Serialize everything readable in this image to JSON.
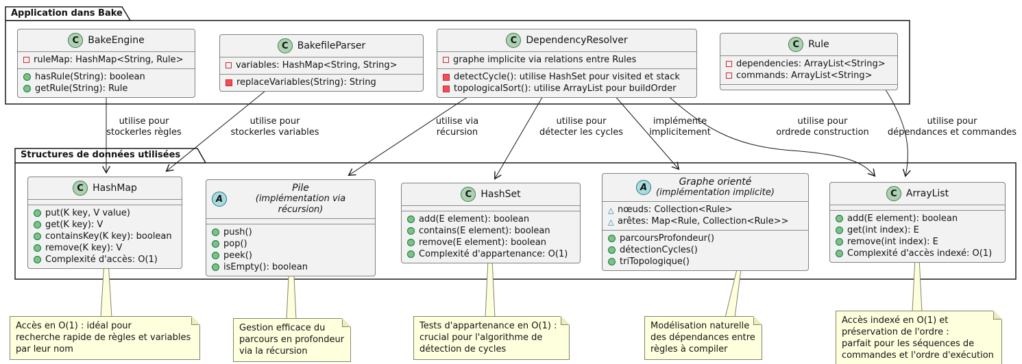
{
  "packages": {
    "app": {
      "title": "Application dans Bake"
    },
    "structures": {
      "title": "Structures de données utilisées"
    }
  },
  "classes": {
    "bakeengine": {
      "icon": "C",
      "name": "BakeEngine",
      "attributes": [
        {
          "visibility": "private",
          "text": "ruleMap: HashMap<String, Rule>"
        }
      ],
      "methods": [
        {
          "visibility": "public",
          "text": "hasRule(String): boolean"
        },
        {
          "visibility": "public",
          "text": "getRule(String): Rule"
        }
      ]
    },
    "bakefileparser": {
      "icon": "C",
      "name": "BakefileParser",
      "attributes": [
        {
          "visibility": "private",
          "text": "variables: HashMap<String, String>"
        }
      ],
      "methods": [
        {
          "visibility": "private",
          "text": "replaceVariables(String): String"
        }
      ]
    },
    "dependencyresolver": {
      "icon": "C",
      "name": "DependencyResolver",
      "attributes": [
        {
          "visibility": "private",
          "text": "graphe implicite via relations entre Rules"
        }
      ],
      "methods": [
        {
          "visibility": "private",
          "text": "detectCycle(): utilise HashSet pour visited et stack"
        },
        {
          "visibility": "private",
          "text": "topologicalSort(): utilise ArrayList pour buildOrder"
        }
      ]
    },
    "rule": {
      "icon": "C",
      "name": "Rule",
      "attributes": [
        {
          "visibility": "private",
          "text": "dependencies: ArrayList<String>"
        },
        {
          "visibility": "private",
          "text": "commands: ArrayList<String>"
        }
      ],
      "methods": []
    },
    "hashmap": {
      "icon": "C",
      "name": "HashMap",
      "attributes": [],
      "methods": [
        {
          "visibility": "public",
          "text": "put(K key, V value)"
        },
        {
          "visibility": "public",
          "text": "get(K key): V"
        },
        {
          "visibility": "public",
          "text": "containsKey(K key): boolean"
        },
        {
          "visibility": "public",
          "text": "remove(K key): V"
        },
        {
          "visibility": "public",
          "text": "Complexité d'accès: O(1)"
        }
      ]
    },
    "pile": {
      "icon": "A",
      "name": "Pile",
      "subtitle": "(implémentation via récursion)",
      "attributes": [],
      "methods": [
        {
          "visibility": "public",
          "text": "push()"
        },
        {
          "visibility": "public",
          "text": "pop()"
        },
        {
          "visibility": "public",
          "text": "peek()"
        },
        {
          "visibility": "public",
          "text": "isEmpty(): boolean"
        }
      ]
    },
    "hashset": {
      "icon": "C",
      "name": "HashSet",
      "attributes": [],
      "methods": [
        {
          "visibility": "public",
          "text": "add(E element): boolean"
        },
        {
          "visibility": "public",
          "text": "contains(E element): boolean"
        },
        {
          "visibility": "public",
          "text": "remove(E element): boolean"
        },
        {
          "visibility": "public",
          "text": "Complexité d'appartenance: O(1)"
        }
      ]
    },
    "graphe": {
      "icon": "A",
      "name": "Graphe orienté",
      "subtitle": "(implémentation implicite)",
      "attributes": [
        {
          "visibility": "package",
          "text": "nœuds: Collection<Rule>"
        },
        {
          "visibility": "package",
          "text": "arêtes: Map<Rule, Collection<Rule>>"
        }
      ],
      "methods": [
        {
          "visibility": "public",
          "text": "parcoursProfondeur()"
        },
        {
          "visibility": "public",
          "text": "détectionCycles()"
        },
        {
          "visibility": "public",
          "text": "triTopologique()"
        }
      ]
    },
    "arraylist": {
      "icon": "C",
      "name": "ArrayList",
      "attributes": [],
      "methods": [
        {
          "visibility": "public",
          "text": "add(E element): boolean"
        },
        {
          "visibility": "public",
          "text": "get(int index): E"
        },
        {
          "visibility": "public",
          "text": "remove(int index): E"
        },
        {
          "visibility": "public",
          "text": "Complexité d'accès indexé: O(1)"
        }
      ]
    }
  },
  "edges": {
    "e1": {
      "from": "BakeEngine",
      "to": "HashMap",
      "l1": "utilise pour",
      "l2": "stockerles règles"
    },
    "e2": {
      "from": "BakefileParser",
      "to": "HashMap",
      "l1": "utilise pour",
      "l2": "stockerles variables"
    },
    "e3": {
      "from": "DependencyResolver",
      "to": "Pile",
      "l1": "utilise via",
      "l2": "récursion"
    },
    "e4": {
      "from": "DependencyResolver",
      "to": "HashSet",
      "l1": "utilise pour",
      "l2": "détecter les cycles"
    },
    "e5": {
      "from": "DependencyResolver",
      "to": "Graphe orienté",
      "l1": "implémente",
      "l2": "implicitement"
    },
    "e6": {
      "from": "DependencyResolver",
      "to": "ArrayList",
      "l1": "utilise pour",
      "l2": "ordrede construction"
    },
    "e7": {
      "from": "Rule",
      "to": "ArrayList",
      "l1": "utilise pour",
      "l2": "dépendances et commandes"
    }
  },
  "notes": {
    "n1": {
      "target": "HashMap",
      "lines": [
        "Accès en O(1) : idéal pour",
        "recherche rapide de règles et variables",
        "par leur nom"
      ]
    },
    "n2": {
      "target": "Pile",
      "lines": [
        "Gestion efficace du",
        "parcours en profondeur",
        "via la récursion"
      ]
    },
    "n3": {
      "target": "HashSet",
      "lines": [
        "Tests d'appartenance en O(1) :",
        "crucial pour l'algorithme de",
        "détection de cycles"
      ]
    },
    "n4": {
      "target": "Graphe orienté",
      "lines": [
        "Modélisation naturelle",
        "des dépendances entre",
        "règles à compiler"
      ]
    },
    "n5": {
      "target": "ArrayList",
      "lines": [
        "Accès indexé en O(1) et",
        "préservation de l'ordre :",
        "parfait pour les séquences de",
        "commandes et l'ordre d'exécution"
      ]
    }
  },
  "colors": {
    "class_bg": "#F2F2F2",
    "class_border": "#7F7F7F",
    "class_spot": "#ADD1B2",
    "abstract_spot": "#A9DCDF",
    "note_bg": "#FEFFDD",
    "private_red": "#C82930",
    "public_green": "#84BE84",
    "package_blue": "#2471A3",
    "line": "#181818"
  }
}
